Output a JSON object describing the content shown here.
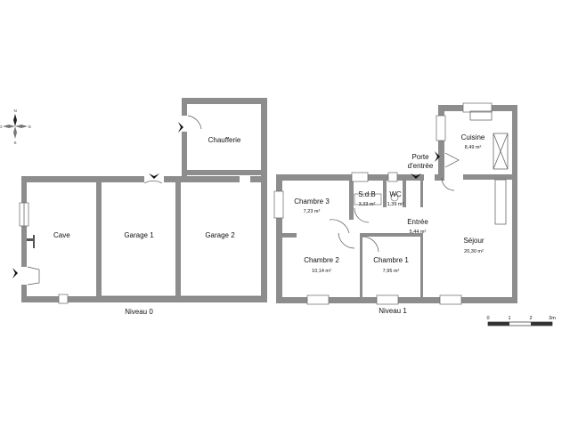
{
  "levels": [
    {
      "label": "Niveau 0",
      "rooms": [
        {
          "name": "Cave",
          "area": ""
        },
        {
          "name": "Garage 1",
          "area": ""
        },
        {
          "name": "Garage 2",
          "area": ""
        },
        {
          "name": "Chaufferie",
          "area": ""
        }
      ]
    },
    {
      "label": "Niveau 1",
      "rooms": [
        {
          "name": "Chambre 3",
          "area": "7,23 m²"
        },
        {
          "name": "S.d.B",
          "area": "3,33 m²"
        },
        {
          "name": "WC",
          "area": "1,39 m²"
        },
        {
          "name": "Entrée",
          "area": "5,44 m²"
        },
        {
          "name": "Cuisine",
          "area": "8,49 m²"
        },
        {
          "name": "Séjour",
          "area": "20,30 m²"
        },
        {
          "name": "Chambre 2",
          "area": "10,14 m²"
        },
        {
          "name": "Chambre 1",
          "area": "7,95 m²"
        }
      ],
      "entrance_label_line1": "Porte",
      "entrance_label_line2": "d'entrée"
    }
  ],
  "compass": {
    "n": "N",
    "e": "E",
    "w": "O",
    "s": "S"
  },
  "scale": {
    "ticks": [
      "0",
      "1",
      "2",
      "3m"
    ]
  }
}
